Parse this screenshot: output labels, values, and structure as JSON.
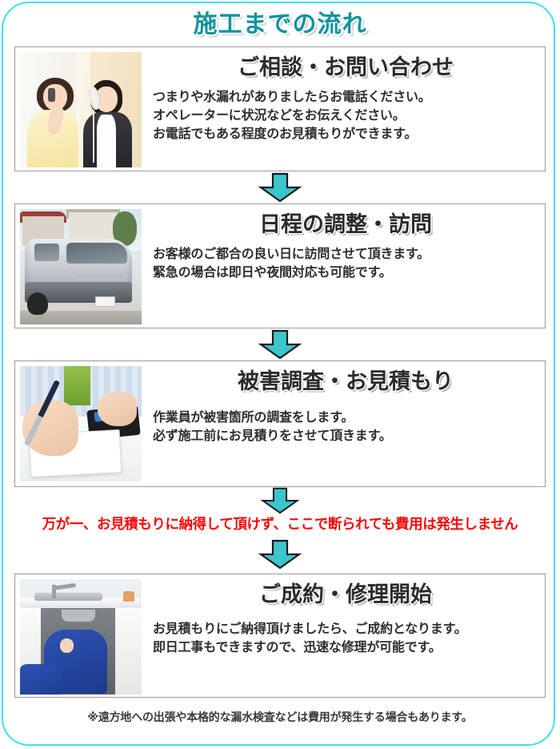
{
  "page": {
    "title": "施工までの流れ",
    "frame_color": "#3ee0ea",
    "title_color": "#13939f",
    "arrow_color": "#3BC5CC",
    "notice_color": "#fb0707"
  },
  "steps": [
    {
      "photo_name": "photo-consultation",
      "heading": "ご相談・お問い合わせ",
      "body": [
        "つまりや水漏れがありましたらお電話ください。",
        "オペレーターに状況などをお伝えください。",
        "お電話でもある程度のお見積もりができます。"
      ]
    },
    {
      "photo_name": "photo-service-van",
      "heading": "日程の調整・訪問",
      "body": [
        "お客様のご都合の良い日に訪問させて頂きます。",
        "緊急の場合は即日や夜間対応も可能です。"
      ]
    },
    {
      "photo_name": "photo-estimate-writing",
      "heading": "被害調査・お見積もり",
      "body": [
        "作業員が被害箇所の調査をします。",
        "必ず施工前にお見積りをさせて頂きます。"
      ]
    },
    {
      "photo_name": "photo-plumber-under-sink",
      "heading": "ご成約・修理開始",
      "body": [
        "お見積もりにご納得頂けましたら、ご成約となります。",
        "即日工事もできますので、迅速な修理が可能です。"
      ]
    }
  ],
  "notice": "万が一、お見積もりに納得して頂けず、ここで断られても費用は発生しません",
  "footnote": "※遠方地への出張や本格的な漏水検査などは費用が発生する場合もあります。",
  "arrows": {
    "label": "下向き矢印",
    "count": 4
  }
}
